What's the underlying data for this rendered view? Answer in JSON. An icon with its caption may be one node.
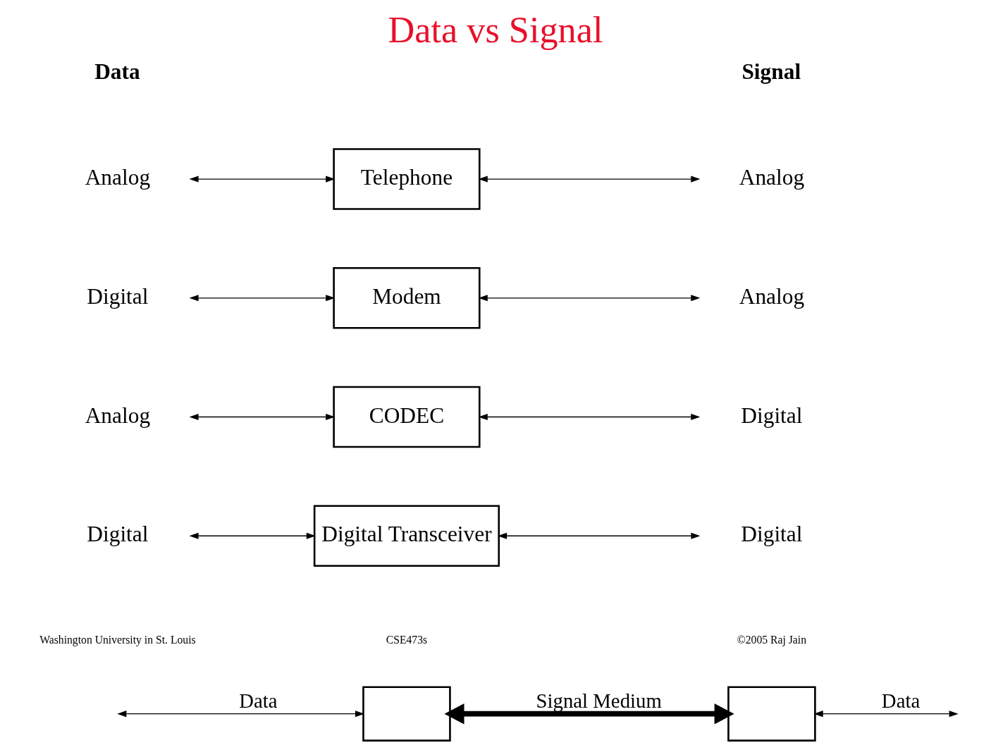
{
  "diagram": {
    "title": "Data vs Signal",
    "nodes": [
      {
        "text": [],
        "shape": "box"
      },
      {
        "text": [],
        "shape": "box"
      },
      {
        "text": [
          "Analog"
        ]
      },
      {
        "text": [
          "Telephone"
        ]
      },
      {
        "text": [
          "Analog"
        ]
      },
      {
        "text": [
          "Digital"
        ]
      },
      {
        "text": [
          "Modem"
        ]
      },
      {
        "text": [
          "Analog"
        ]
      },
      {
        "text": [
          "Analog"
        ]
      },
      {
        "text": [
          "CODEC"
        ]
      },
      {
        "text": [
          "Digital"
        ]
      },
      {
        "text": [
          "Digital"
        ]
      },
      {
        "text": [
          "Digital Transceiver"
        ]
      },
      {
        "text": [
          "Digital"
        ]
      }
    ],
    "edges": [
      {
        "from": null,
        "to": 0,
        "arrow": "both",
        "label": "Data"
      },
      {
        "from": 0,
        "to": 1,
        "arrow": "both",
        "label": "Signal Medium",
        "style": "thick"
      },
      {
        "from": 1,
        "to": null,
        "arrow": "both",
        "label": "Data"
      },
      {
        "from": 2,
        "to": 3,
        "arrow": "both"
      },
      {
        "from": 3,
        "to": 4,
        "arrow": "both"
      },
      {
        "from": 5,
        "to": 6,
        "arrow": "both"
      },
      {
        "from": 6,
        "to": 7,
        "arrow": "both"
      },
      {
        "from": 8,
        "to": 9,
        "arrow": "both"
      },
      {
        "from": 9,
        "to": 10,
        "arrow": "both"
      },
      {
        "from": 11,
        "to": 12,
        "arrow": "both"
      },
      {
        "from": 12,
        "to": 13,
        "arrow": "both"
      }
    ],
    "labels": [
      "Data",
      "Signal",
      "Washington University in St. Louis",
      "CSE473s",
      "©2005 Raj Jain"
    ]
  }
}
